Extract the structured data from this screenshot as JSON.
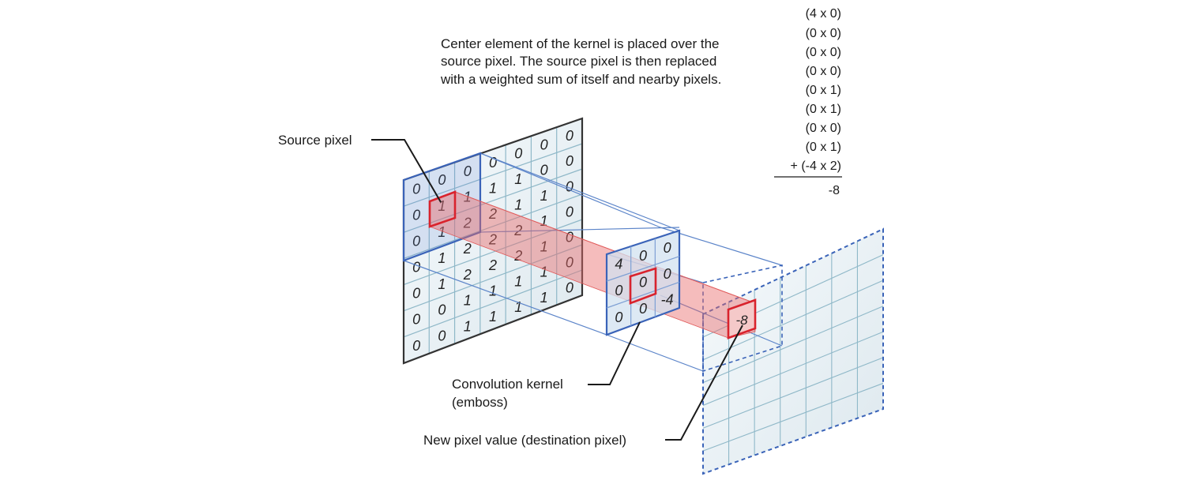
{
  "description_lines": [
    "Center element of the kernel is placed over the",
    "source pixel. The source pixel is then replaced",
    "with a weighted sum of itself and nearby pixels."
  ],
  "calc_terms": [
    "(4 x 0)",
    "(0 x 0)",
    "(0 x 0)",
    "(0 x 0)",
    "(0 x 1)",
    "(0 x 1)",
    "(0 x 0)",
    "(0 x 1)",
    "+ (-4 x 2)"
  ],
  "calc_result": "-8",
  "labels": {
    "source_pixel": "Source pixel",
    "kernel_line1": "Convolution kernel",
    "kernel_line2": "(emboss)",
    "new_pixel": "New pixel value (destination pixel)"
  },
  "source_grid": [
    [
      "0",
      "0",
      "0",
      "0",
      "0",
      "0",
      "0"
    ],
    [
      "0",
      "1",
      "1",
      "1",
      "1",
      "0",
      "0"
    ],
    [
      "0",
      "1",
      "2",
      "2",
      "1",
      "1",
      "0"
    ],
    [
      "0",
      "1",
      "2",
      "2",
      "2",
      "1",
      "0"
    ],
    [
      "0",
      "1",
      "2",
      "2",
      "2",
      "1",
      "0"
    ],
    [
      "0",
      "0",
      "1",
      "1",
      "1",
      "1",
      "0"
    ],
    [
      "0",
      "0",
      "1",
      "1",
      "1",
      "1",
      "0"
    ]
  ],
  "kernel_grid": [
    [
      "4",
      "0",
      "0"
    ],
    [
      "0",
      "0",
      "0"
    ],
    [
      "0",
      "0",
      "-4"
    ]
  ],
  "destination_value": "-8",
  "colors": {
    "grid_line": "#8fb8c8",
    "blue_outline": "#3a63b8",
    "red_highlight": "#d9232d",
    "red_beam": "#f2a9a9",
    "panel_fill": "#eef4f7"
  }
}
